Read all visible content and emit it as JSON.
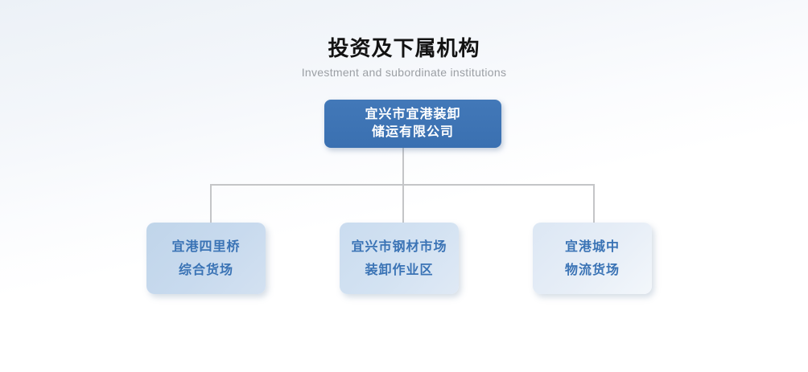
{
  "page": {
    "title": "投资及下属机构",
    "subtitle": "Investment and subordinate institutions"
  },
  "org_chart": {
    "root": {
      "name": "宜兴市宜港装卸储运有限公司",
      "line1": "宜兴市宜港装卸",
      "line2": "储运有限公司"
    },
    "children": [
      {
        "name": "宜港四里桥综合货场",
        "line1": "宜港四里桥",
        "line2": "综合货场"
      },
      {
        "name": "宜兴市钢材市场装卸作业区",
        "line1": "宜兴市钢材市场",
        "line2": "装卸作业区"
      },
      {
        "name": "宜港城中物流货场",
        "line1": "宜港城中",
        "line2": "物流货场"
      }
    ]
  },
  "colors": {
    "accent_blue": "#3a70b1",
    "child_box_blue_light": "#c6d9ed",
    "child_text_blue": "#3a73b5",
    "line_gray": "#c4c5c7",
    "subtitle_gray": "#9b9fa4",
    "title_black": "#131313"
  }
}
